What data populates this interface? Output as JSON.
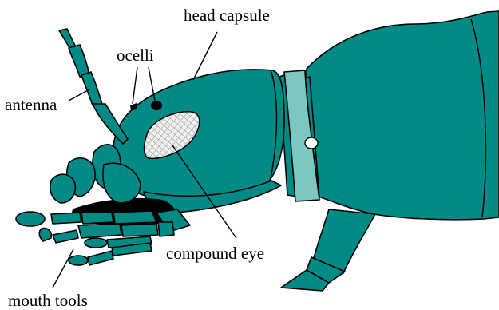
{
  "labels": {
    "head_capsule": "head capsule",
    "ocelli": "ocelli",
    "antenna": "antenna",
    "compound_eye": "compound eye",
    "mouth_tools": "mouth tools"
  },
  "colors": {
    "body": "#008a85",
    "neck": "#7cc8c0",
    "eye": "#f0f0f0",
    "dark": "#000000",
    "background": "#ffffff"
  },
  "icons": [
    "insect-head-illustration"
  ]
}
